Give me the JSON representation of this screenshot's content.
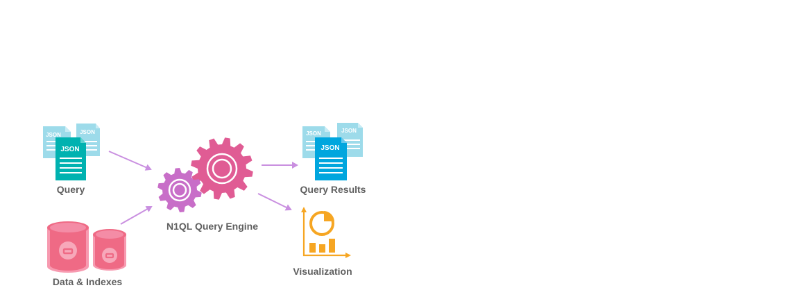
{
  "diagram": {
    "nodes": {
      "query": {
        "label": "Query",
        "doc_tags": [
          "JSON",
          "JSON",
          "JSON"
        ]
      },
      "data_indexes": {
        "label": "Data & Indexes"
      },
      "engine": {
        "label": "N1QL Query Engine"
      },
      "results": {
        "label": "Query Results",
        "doc_tags": [
          "JSON",
          "JSON",
          "JSON"
        ]
      },
      "visualization": {
        "label": "Visualization"
      }
    },
    "colors": {
      "light_doc": "#9ddbea",
      "teal_doc": "#00b2b0",
      "blue_doc": "#00a6de",
      "db_pink": "#ef6a85",
      "db_light": "#f79ab0",
      "gear_pink": "#e05c94",
      "gear_purple": "#c86ec8",
      "arrow": "#c98fe0",
      "viz_orange": "#f6a623",
      "label_text": "#5f5f5f"
    }
  }
}
